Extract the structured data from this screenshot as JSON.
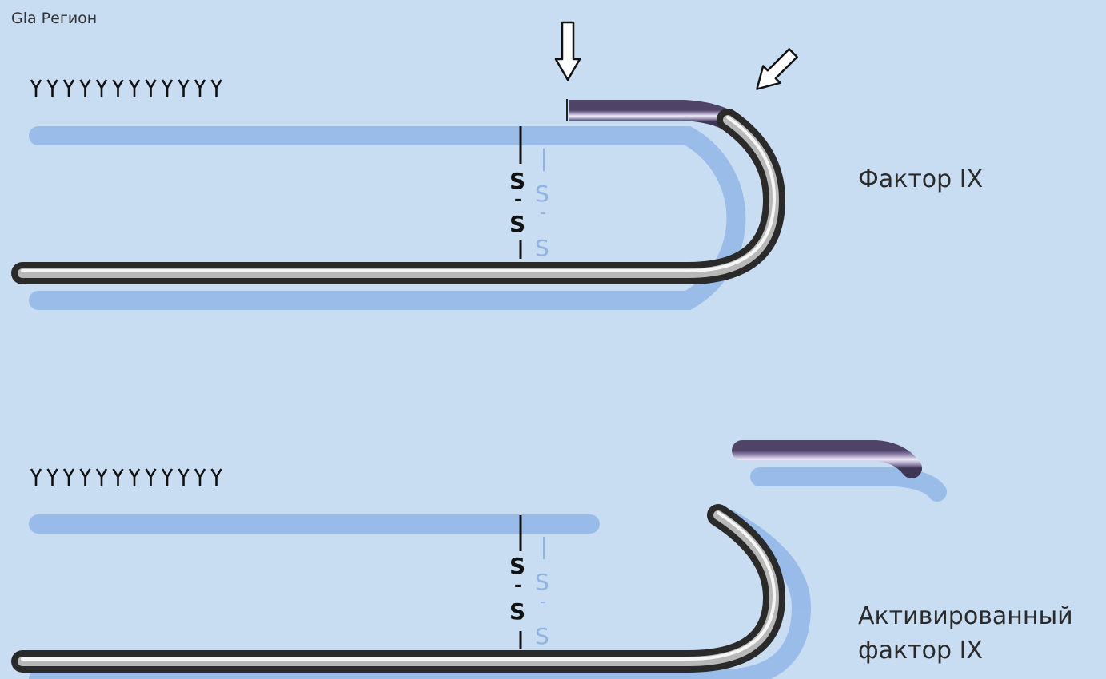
{
  "labels": {
    "gla_region": "Gla Регион",
    "factor_ix": "Фактор  IX",
    "activated_line1": "Активированный",
    "activated_line2": "фактор  IX"
  },
  "disulfide": {
    "atom": "S",
    "bond": "-"
  },
  "colors": {
    "background": "#c9ddf2",
    "shadow": "#90b6e8",
    "chain_dark": "#3b3b3b",
    "chain_light": "#f4f4f4",
    "peptide_dark": "#6a5a86",
    "peptide_light": "#ece8f5",
    "ss_secondary": "#8fb4e2"
  },
  "icons": [
    "arrow-down-icon",
    "arrow-diagonal-icon",
    "gla-residue-icon"
  ]
}
